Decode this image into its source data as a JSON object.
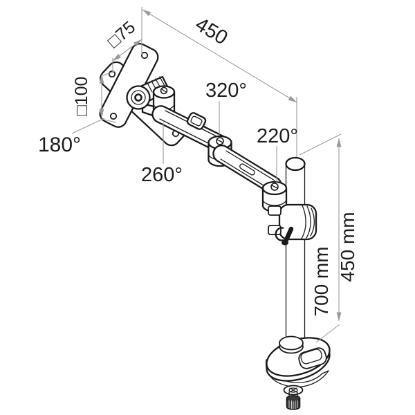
{
  "diagram": {
    "labels": {
      "vesa_width": "□75",
      "vesa_height": "□100",
      "arm_reach": "450",
      "vesa_rotation": "180°",
      "first_joint_rotation": "260°",
      "middle_joint_rotation": "320°",
      "elbow_rotation": "220°",
      "pole_height_tall": "700 mm",
      "pole_height_short": "450 mm"
    },
    "colors": {
      "outline": "#1a1a1a",
      "dimension_line": "#9b9b9b",
      "label_text": "#1d1d1d",
      "background": "#ffffff"
    }
  }
}
